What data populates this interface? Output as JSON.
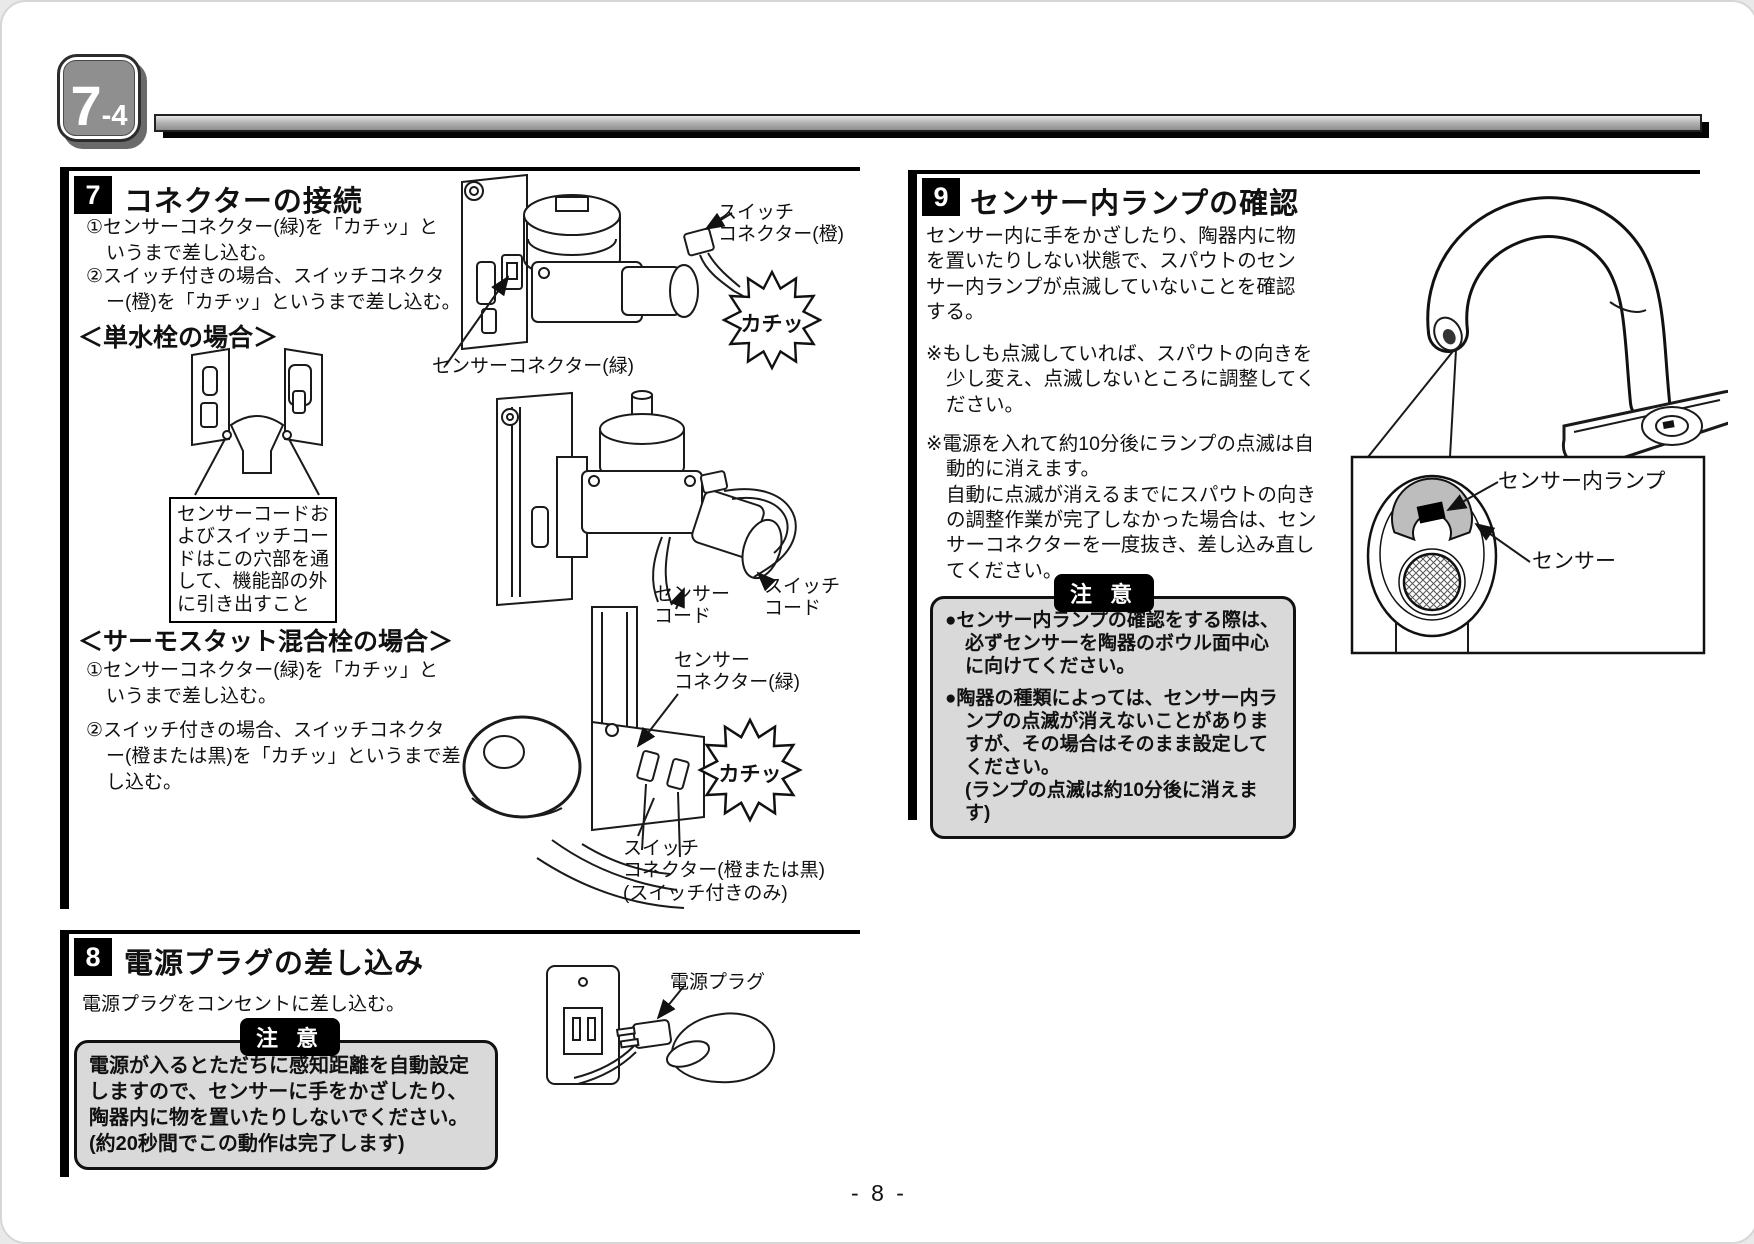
{
  "page": {
    "badge_big": "7",
    "badge_small": "-4",
    "page_number": "- 8 -"
  },
  "sec7": {
    "num": "7",
    "title": "コネクターの接続",
    "step1": "①センサーコネクター(緑)を「カチッ」というまで差し込む。",
    "step2": "②スイッチ付きの場合、スイッチコネクター(橙)を「カチッ」というまで差し込む。",
    "sub_single": "＜単水栓の場合＞",
    "callout": "センサーコードおよびスイッチコードはこの穴部を通して、機能部の外に引き出すこと",
    "sub_thermo": "＜サーモスタット混合栓の場合＞",
    "t_step1": "①センサーコネクター(緑)を「カチッ」というまで差し込む。",
    "t_step2": "②スイッチ付きの場合、スイッチコネクター(橙または黒)を「カチッ」というまで差し込む。",
    "lbl_switch_conn": "スイッチ\nコネクター(橙)",
    "lbl_click_a": "カチッ",
    "lbl_sensor_conn": "センサーコネクター(緑)",
    "lbl_sensor_cord": "センサー\nコード",
    "lbl_switch_cord": "スイッチ\nコード",
    "lbl_sensor_conn2": "センサー\nコネクター(緑)",
    "lbl_click_c": "カチッ",
    "lbl_switch_conn2": "スイッチ\nコネクター(橙または黒)\n(スイッチ付きのみ)"
  },
  "sec8": {
    "num": "8",
    "title": "電源プラグの差し込み",
    "body": "電源プラグをコンセントに差し込む。",
    "caution_badge": "注 意",
    "caution": "電源が入るとただちに感知距離を自動設定しますので、センサーに手をかざしたり、陶器内に物を置いたりしないでください。\n(約20秒間でこの動作は完了します)",
    "lbl_plug": "電源プラグ"
  },
  "sec9": {
    "num": "9",
    "title": "センサー内ランプの確認",
    "p1": "センサー内に手をかざしたり、陶器内に物を置いたりしない状態で、スパウトのセンサー内ランプが点滅していないことを確認する。",
    "p2": "※もしも点滅していれば、スパウトの向きを少し変え、点滅しないところに調整してください。",
    "p3a": "※電源を入れて約10分後にランプの点滅は自動的に消えます。",
    "p3b": "自動に点滅が消えるまでにスパウトの向きの調整作業が完了しなかった場合は、センサーコネクターを一度抜き、差し込み直してください。",
    "caution_badge": "注 意",
    "caution1": "●センサー内ランプの確認をする際は、必ずセンサーを陶器のボウル面中心に向けてください。",
    "caution2": "●陶器の種類によっては、センサー内ランプの点滅が消えないことがありますが、その場合はそのまま設定してください。\n(ランプの点滅は約10分後に消えます)",
    "lbl_lamp": "センサー内ランプ",
    "lbl_sensor": "センサー"
  }
}
